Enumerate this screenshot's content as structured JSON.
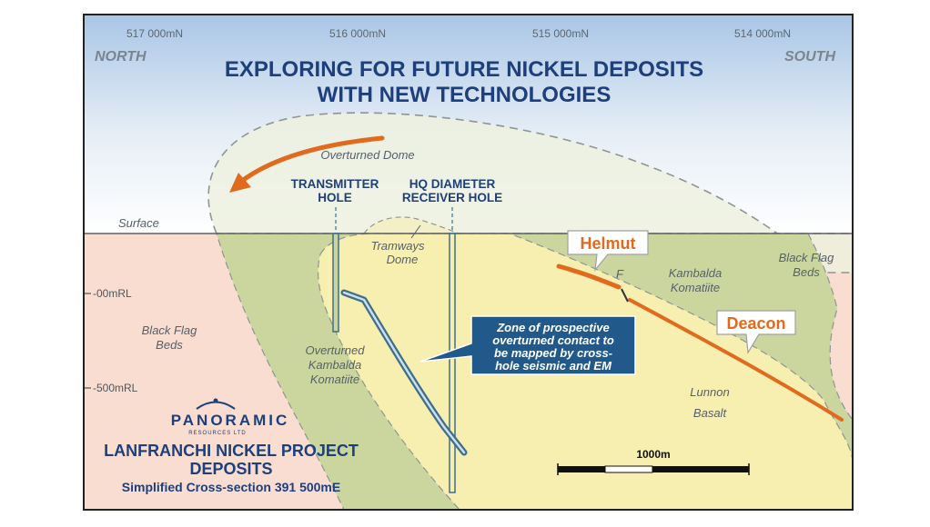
{
  "title": {
    "line1": "EXPLORING FOR FUTURE NICKEL DEPOSITS",
    "line2": "WITH NEW TECHNOLOGIES"
  },
  "directions": {
    "left": "NORTH",
    "right": "SOUTH"
  },
  "coordinates": [
    "517 000mN",
    "516 000mN",
    "515 000mN",
    "514 000mN"
  ],
  "elevations": [
    "-00mRL",
    "-500mRL"
  ],
  "labels": {
    "surface": "Surface",
    "overturned_dome": "Overturned Dome",
    "tramways_dome_1": "Tramways",
    "tramways_dome_2": "Dome",
    "black_flag_left_1": "Black Flag",
    "black_flag_left_2": "Beds",
    "black_flag_right_1": "Black Flag",
    "black_flag_right_2": "Beds",
    "kambalda_1": "Kambalda",
    "kambalda_2": "Komatiite",
    "overturned_kambalda_1": "Overturned",
    "overturned_kambalda_2": "Kambalda",
    "overturned_kambalda_3": "Komatiite",
    "lunnon_1": "Lunnon",
    "lunnon_2": "Basalt",
    "fault": "F"
  },
  "holes": {
    "transmitter_1": "TRANSMITTER",
    "transmitter_2": "HOLE",
    "receiver_1": "HQ DIAMETER",
    "receiver_2": "RECEIVER HOLE"
  },
  "deposits": {
    "helmut": "Helmut",
    "deacon": "Deacon"
  },
  "callout": {
    "line1": "Zone of prospective",
    "line2": "overturned contact to",
    "line3": "be mapped by cross-",
    "line4": "hole seismic and EM"
  },
  "project": {
    "company": "PANORAMIC",
    "company_sub": "RESOURCES LTD",
    "line1": "LANFRANCHI NICKEL PROJECT",
    "line2": "DEPOSITS",
    "line3": "Simplified Cross-section 391 500mE"
  },
  "scale_bar": {
    "label": "1000m"
  },
  "colors": {
    "sky_top": "#a9c6e6",
    "black_flag": "#f8ddd0",
    "komatiite": "#cbd69f",
    "basalt": "#f7efb0",
    "ore": "#e06a1e",
    "title_blue": "#1d3f7c",
    "hole_blue": "#5d8aa6",
    "callout_blue": "#215a8a"
  }
}
